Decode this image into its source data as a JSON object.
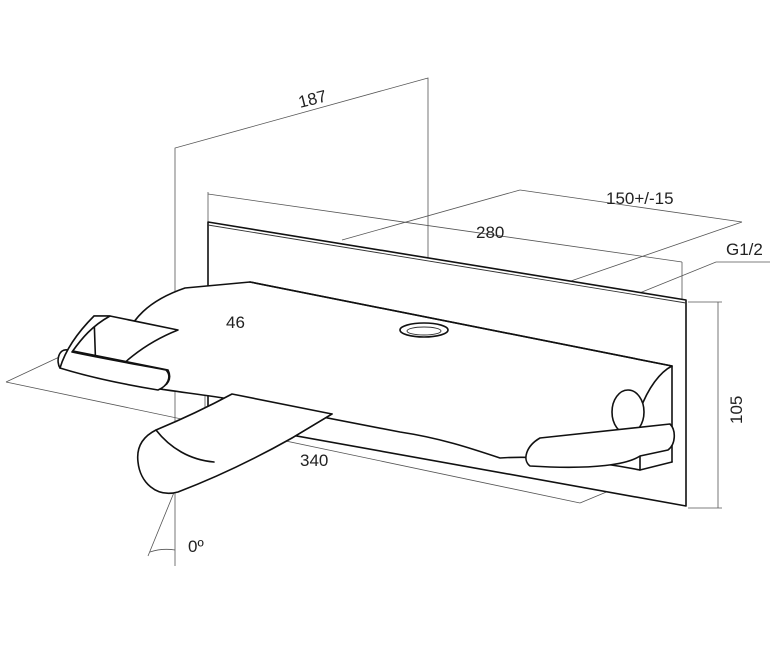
{
  "dimensions": {
    "depth_top": "187",
    "wall_range": "150+/-15",
    "width_plate": "280",
    "connection": "G1/2",
    "handle_gap": "46",
    "height": "105",
    "overall_width": "340",
    "spout_angle": "0º"
  }
}
